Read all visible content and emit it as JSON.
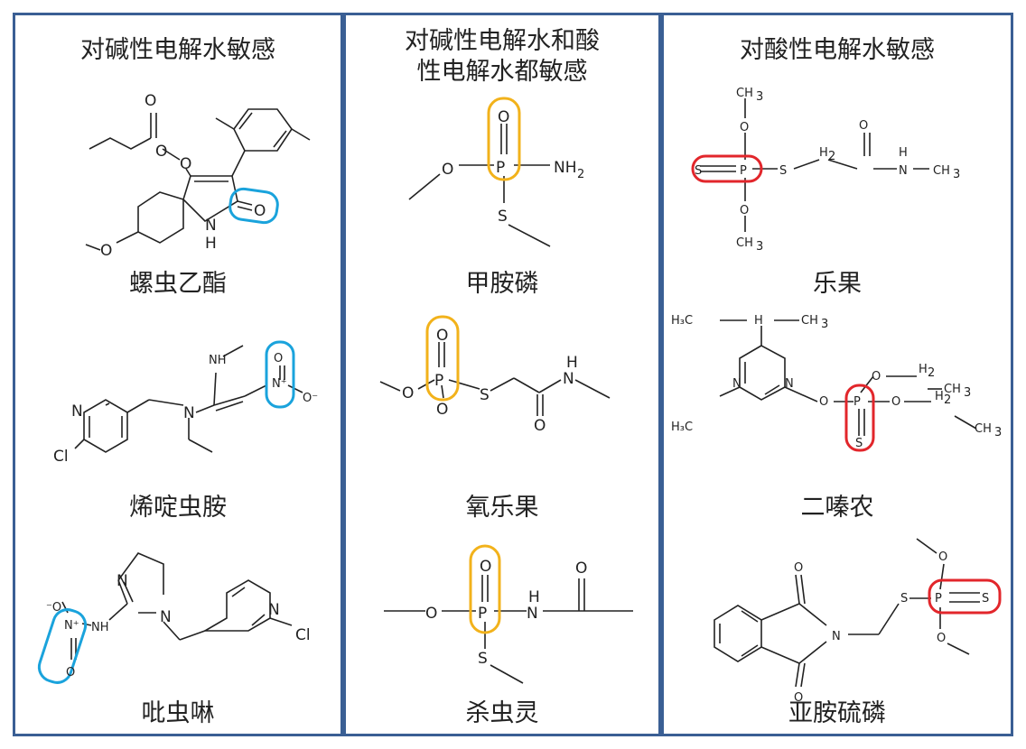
{
  "panels": [
    {
      "title": "对碱性电解水敏感",
      "compounds": [
        "螺虫乙酯",
        "烯啶虫胺",
        "吡虫啉"
      ]
    },
    {
      "title_line1": "对碱性电解水和酸",
      "title_line2": "性电解水都敏感",
      "compounds": [
        "甲胺磷",
        "氧乐果",
        "杀虫灵"
      ]
    },
    {
      "title": "对酸性电解水敏感",
      "compounds": [
        "乐果",
        "二嗪农",
        "亚胺硫磷"
      ]
    }
  ],
  "atoms": {
    "O": "O",
    "N": "N",
    "H": "H",
    "P": "P",
    "S": "S",
    "Cl": "Cl",
    "NH": "NH",
    "NH2": "NH",
    "sub2": "2",
    "CH3": "CH",
    "sub3": "3",
    "H2": "H",
    "Nplus": "N⁺",
    "Ominus": "O⁻",
    "minusO": "⁻O",
    "H3C": "H₃C"
  },
  "highlight_colors": {
    "alkaline_sensitive": "#1aa3dc",
    "both_sensitive": "#f2b21b",
    "acid_sensitive": "#e2262b",
    "panel_border": "#3a5f94"
  }
}
